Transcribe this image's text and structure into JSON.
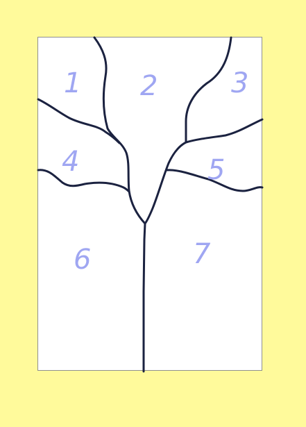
{
  "colors": {
    "background": "#fffa9b",
    "panel": "#ffffff",
    "panel_border": "#8f8f8f",
    "branch_line": "#1b2240",
    "label": "#9fa6f2"
  },
  "regions": [
    {
      "id": 1,
      "label": "1"
    },
    {
      "id": 2,
      "label": "2"
    },
    {
      "id": 3,
      "label": "3"
    },
    {
      "id": 4,
      "label": "4"
    },
    {
      "id": 5,
      "label": "5"
    },
    {
      "id": 6,
      "label": "6"
    },
    {
      "id": 7,
      "label": "7"
    }
  ]
}
